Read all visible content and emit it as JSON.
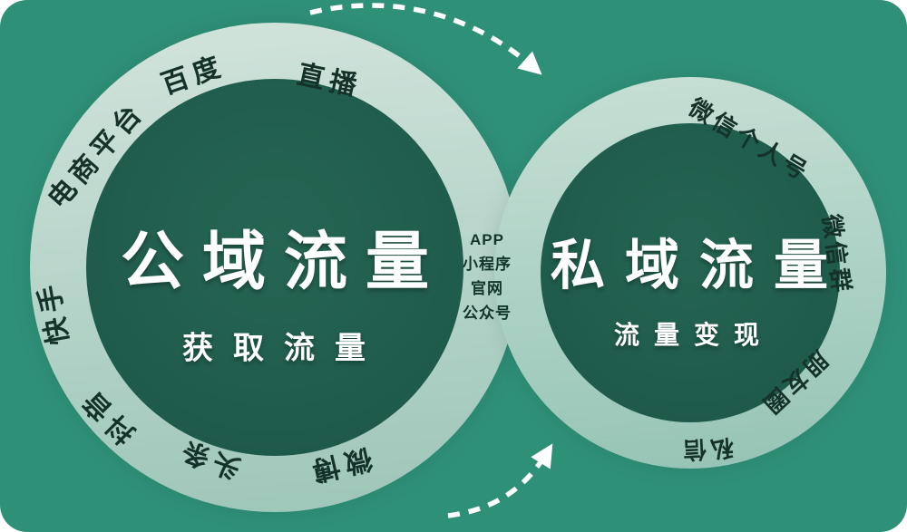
{
  "canvas": {
    "description": "public vs private domain traffic infographic"
  },
  "left_circle": {
    "title": "公域流量",
    "subtitle": "获取流量",
    "ring_labels": [
      {
        "text": "电商平台"
      },
      {
        "text": "百度"
      },
      {
        "text": "直播"
      },
      {
        "text": "快手"
      },
      {
        "text": "抖音"
      },
      {
        "text": "头条"
      },
      {
        "text": "微博"
      }
    ]
  },
  "right_circle": {
    "title": "私域流量",
    "subtitle": "流量变现",
    "ring_labels": [
      {
        "text": "微信个人号"
      },
      {
        "text": "微信群"
      },
      {
        "text": "朋友圈"
      },
      {
        "text": "私信"
      }
    ]
  },
  "overlap": {
    "lines": [
      "APP",
      "小程序",
      "官网",
      "公众号"
    ]
  },
  "colors": {
    "background": "#2f9078",
    "ring_light": "#b4d3c8",
    "disc_dark": "#1f5b4b",
    "ring_label_text": "#143229",
    "title_text": "#ffffff",
    "arrow": "#ffffff"
  }
}
